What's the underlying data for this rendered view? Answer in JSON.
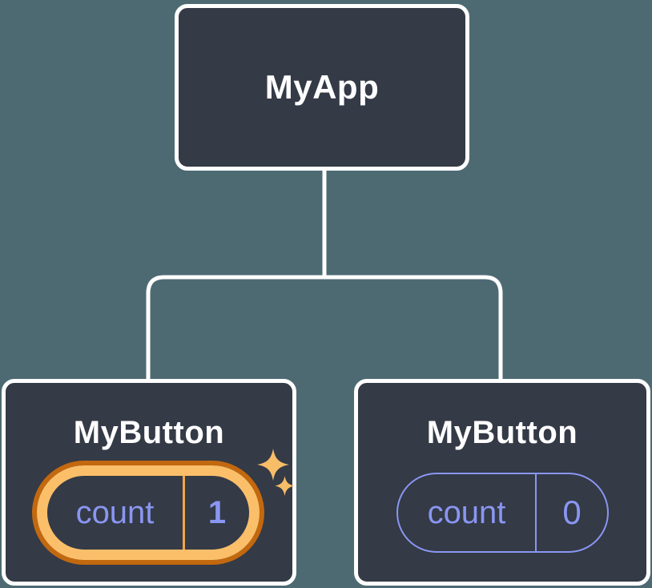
{
  "tree": {
    "root": {
      "label": "MyApp"
    },
    "children": [
      {
        "label": "MyButton",
        "state": {
          "key": "count",
          "value": "1"
        },
        "highlighted": true,
        "has_sparkles": true
      },
      {
        "label": "MyButton",
        "state": {
          "key": "count",
          "value": "0"
        },
        "highlighted": false,
        "has_sparkles": false
      }
    ]
  },
  "icons": {
    "sparkles": "sparkles-icon"
  },
  "colors": {
    "background": "#4D6A73",
    "node_fill": "#343A46",
    "node_border": "#FFFFFF",
    "connector": "#FFFFFF",
    "label_text": "#FFFFFF",
    "state_text": "#8A96F2",
    "idle_pill_border": "#8A96F2",
    "highlight_ring_outer": "#C2680F",
    "highlight_ring_inner": "#FBBF6A",
    "highlight_divider": "#F0A64A",
    "sparkle": "#F8BD67"
  }
}
